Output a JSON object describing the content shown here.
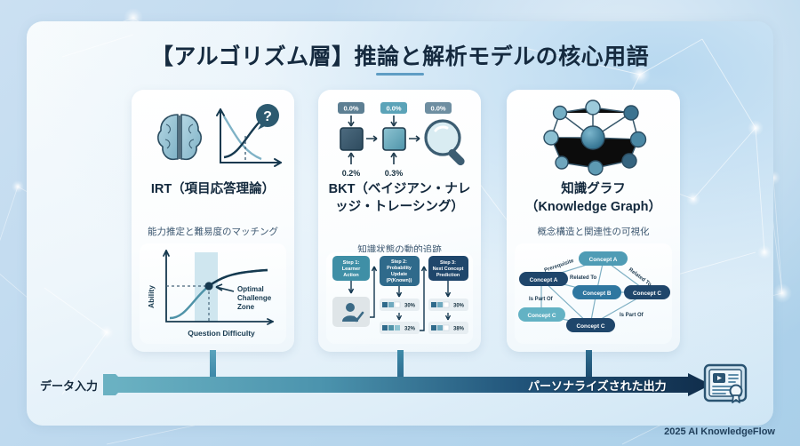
{
  "header": {
    "title": "【アルゴリズム層】推論と解析モデルの核心用語"
  },
  "cards": [
    {
      "id": "irt",
      "icon_name": "brain-curve-question-icon",
      "title": "IRT（項目応答理論）",
      "subtitle": "能力推定と難易度のマッチング",
      "figure": {
        "type": "line",
        "ylabel": "Ability",
        "xlabel": "Question Difficulty",
        "annotation": "Optimal Challenge Zone",
        "zone_label": "Optimal Challenge Zone"
      }
    },
    {
      "id": "bkt",
      "icon_name": "probability-squares-magnifier-icon",
      "title": "BKT（ベイジアン・ナレッジ・トレーシング）",
      "subtitle": "知識状態の動的追跡",
      "icon_badges_top": [
        "0.0%",
        "0.0%",
        "0.0%"
      ],
      "icon_badges_bottom": [
        "0.2%",
        "0.3%"
      ],
      "figure": {
        "steps": [
          {
            "label": "Step 1:\nLearner\nAction",
            "kind": "learner"
          },
          {
            "label": "Step 2:\nProbability\nUpdate\n(P(Known))",
            "kind": "bars",
            "from": "30%",
            "to": "32%"
          },
          {
            "label": "Step 3:\nNext Concept\nPrediction",
            "kind": "bars",
            "from": "30%",
            "to": "38%"
          }
        ]
      }
    },
    {
      "id": "kg",
      "icon_name": "network-nodes-icon",
      "title": "知識グラフ\n（Knowledge Graph）",
      "subtitle": "概念構造と関連性の可視化",
      "figure": {
        "nodes": [
          "Concept A",
          "Concept A",
          "Concept B",
          "Concept C",
          "Concept C",
          "Concept C"
        ],
        "edge_labels": [
          "Prerequisite",
          "Related To",
          "Related To",
          "Is Part Of",
          "Is Part Of"
        ]
      }
    }
  ],
  "flow": {
    "input_label": "データ入力",
    "output_label": "パーソナライズされた出力",
    "output_icon_name": "certificate-tablet-icon"
  },
  "footer": {
    "text": "2025 AI KnowledgeFlow"
  },
  "colors": {
    "accent": "#5f9dc4",
    "teal": "#4d9ab3",
    "navy": "#17375a",
    "deep": "#123049",
    "panel_bg": "#f5fafd"
  }
}
